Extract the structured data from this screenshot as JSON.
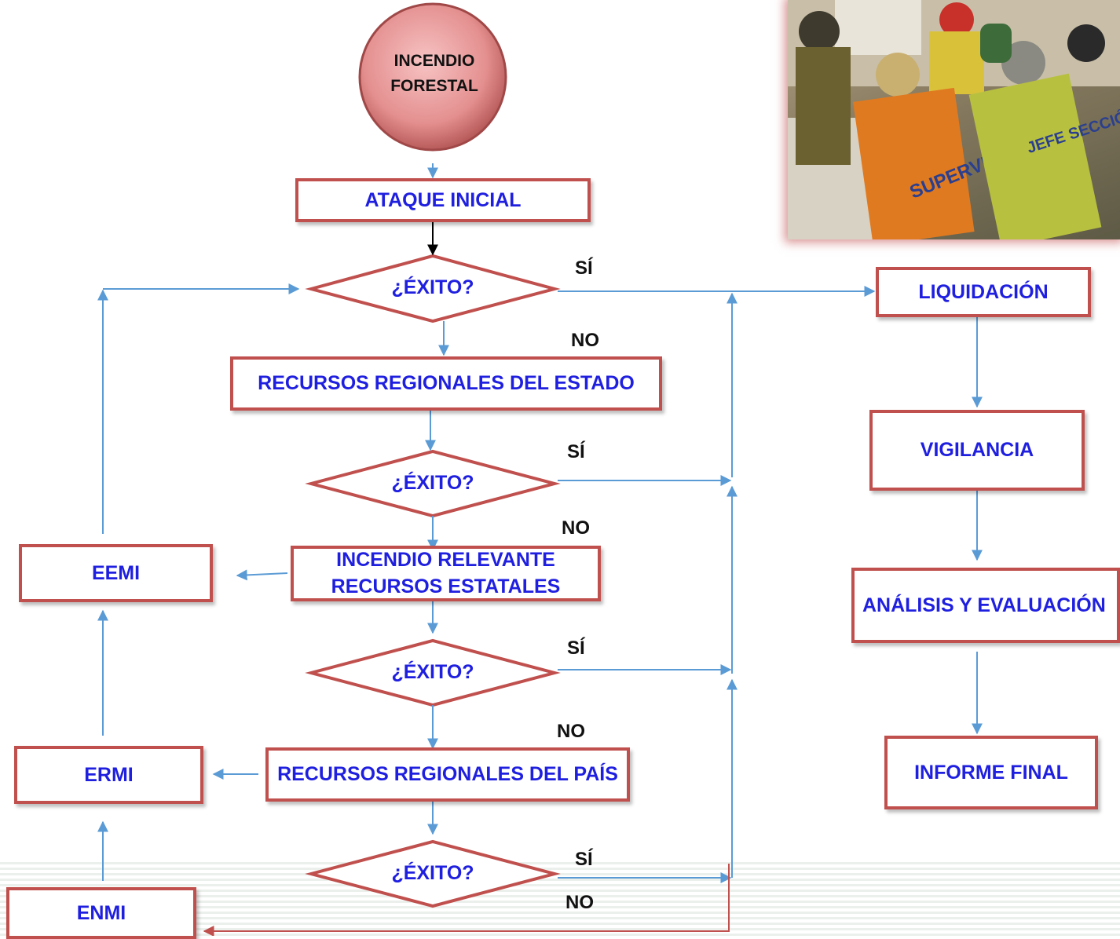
{
  "start": {
    "label_line1": "INCENDIO",
    "label_line2": "FORESTAL"
  },
  "main_flow": {
    "ataque_inicial": "ATAQUE INICIAL",
    "decision": "¿ÉXITO?",
    "recursos_estado": "RECURSOS REGIONALES DEL ESTADO",
    "incendio_relevante_line1": "INCENDIO RELEVANTE",
    "incendio_relevante_line2": "RECURSOS ESTATALES",
    "recursos_pais": "RECURSOS REGIONALES DEL PAÍS"
  },
  "branch_labels": {
    "yes": "SÍ",
    "no": "NO"
  },
  "left_chain": {
    "eemi": "EEMI",
    "ermi": "ERMI",
    "enmi": "ENMI"
  },
  "right_chain": {
    "liquidacion": "LIQUIDACIÓN",
    "vigilancia": "VIGILANCIA",
    "analisis": "ANÁLISIS Y EVALUACIÓN",
    "informe": "INFORME FINAL"
  },
  "photo": {
    "vest_left": "SUPERVISOR DE DIVISIÓN",
    "vest_right": "JEFE SECCIÓN DE PLANIFICACIÓN"
  },
  "colors": {
    "border": "#c0504d",
    "text": "#1f1fe0",
    "arrow": "#5b9bd5",
    "return_arrow": "#c0504d"
  }
}
